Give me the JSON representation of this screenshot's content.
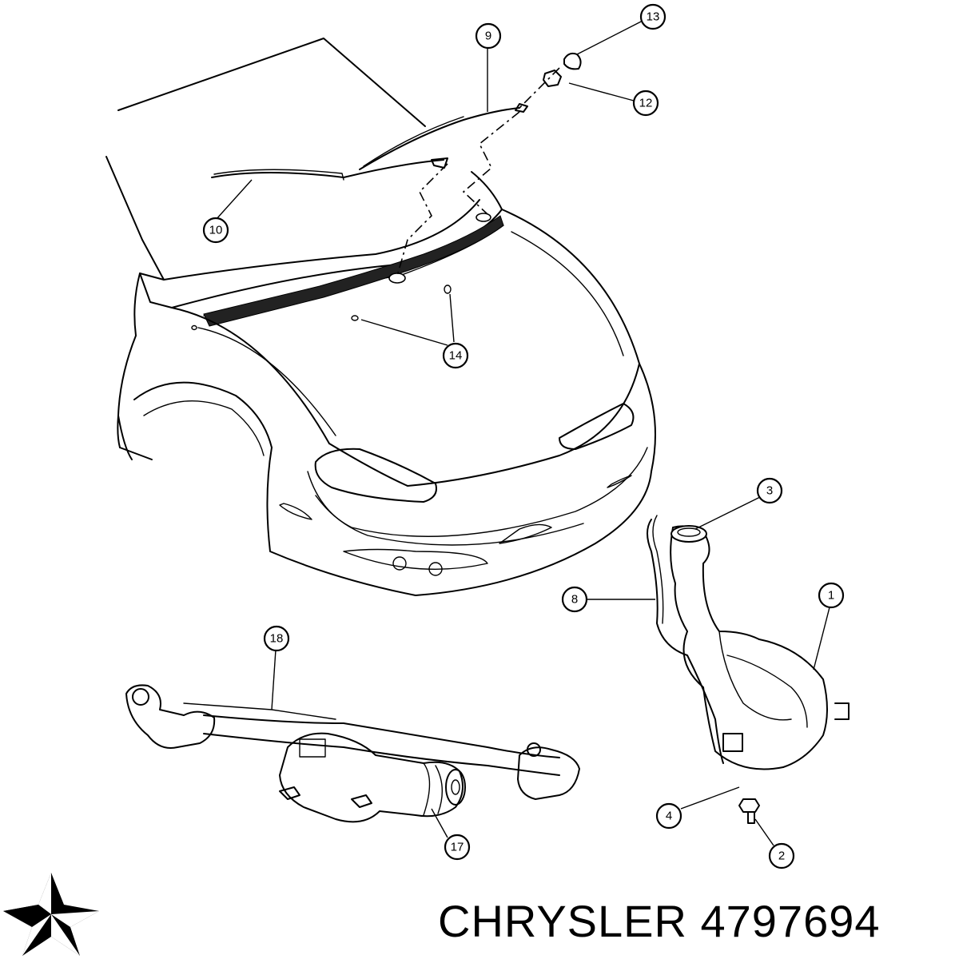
{
  "diagram": {
    "callouts": [
      {
        "id": "c13",
        "label": "13"
      },
      {
        "id": "c9",
        "label": "9"
      },
      {
        "id": "c12",
        "label": "12"
      },
      {
        "id": "c10",
        "label": "10"
      },
      {
        "id": "c14",
        "label": "14"
      },
      {
        "id": "c3",
        "label": "3"
      },
      {
        "id": "c8",
        "label": "8"
      },
      {
        "id": "c1",
        "label": "1"
      },
      {
        "id": "c18",
        "label": "18"
      },
      {
        "id": "c4",
        "label": "4"
      },
      {
        "id": "c2",
        "label": "2"
      },
      {
        "id": "c17",
        "label": "17"
      }
    ]
  },
  "footer": {
    "brand": "CHRYSLER",
    "part_number": "4797694",
    "logo_icon": "pentastar-logo-icon"
  }
}
